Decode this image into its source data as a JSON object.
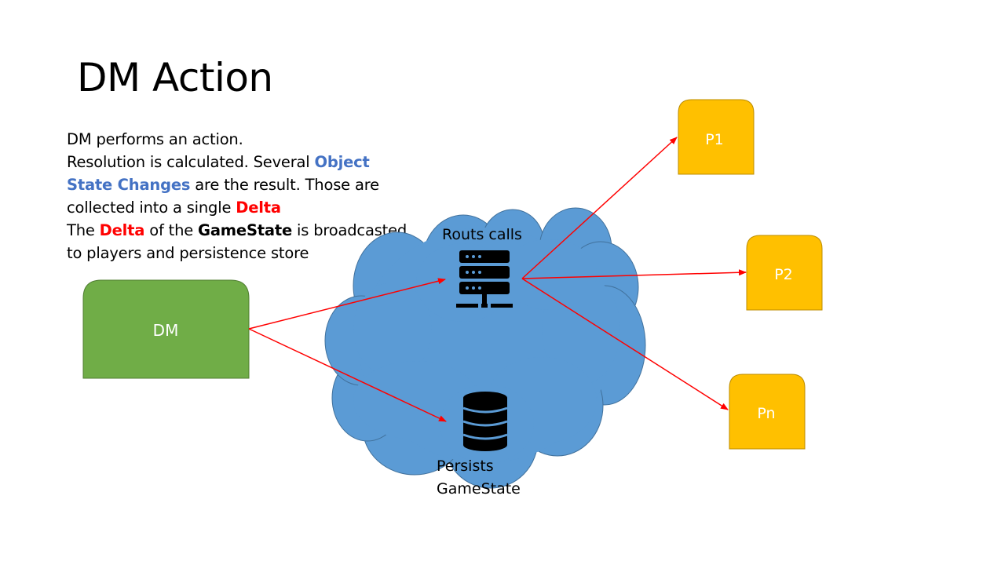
{
  "slide": {
    "title": "DM Action"
  },
  "description": {
    "line1": "DM performs an action.",
    "line2_prefix": "Resolution is calculated. Several ",
    "term_object_state_changes": "Object State Changes",
    "line2_suffix": " are the result. Those are collected into a single ",
    "term_delta_1": "Delta",
    "line3_prefix": "The ",
    "term_delta_2": "Delta",
    "line3_mid": " of the ",
    "term_gamestate": "GameState",
    "line3_suffix": " is broadcasted to players and persistence store"
  },
  "nodes": {
    "dm": {
      "label": "DM",
      "color": "#70ad47"
    },
    "p1": {
      "label": "P1",
      "color": "#ffc000"
    },
    "p2": {
      "label": "P2",
      "color": "#ffc000"
    },
    "pn": {
      "label": "Pn",
      "color": "#ffc000"
    },
    "cloud": {
      "color": "#5b9bd5"
    },
    "server": {
      "label": "Routs calls",
      "icon": "server-rack-icon"
    },
    "database": {
      "label_line1": "Persists",
      "label_line2": "GameState",
      "icon": "database-icon"
    }
  },
  "colors": {
    "arrow": "#ff0000"
  }
}
